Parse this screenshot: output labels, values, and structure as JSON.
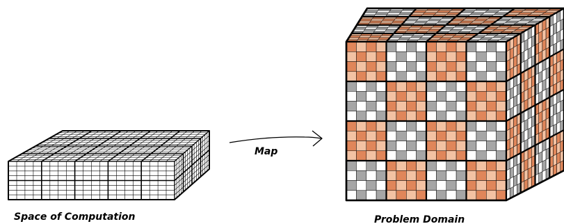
{
  "labels": {
    "left": "Space of Computation",
    "arrow": "Map",
    "right": "Problem Domain"
  },
  "colors": {
    "orange_dark": "#e0865a",
    "orange_light": "#f3c2a3",
    "gray_dark": "#a6a6a6",
    "gray_light": "#ffffff",
    "line": "#000000"
  }
}
